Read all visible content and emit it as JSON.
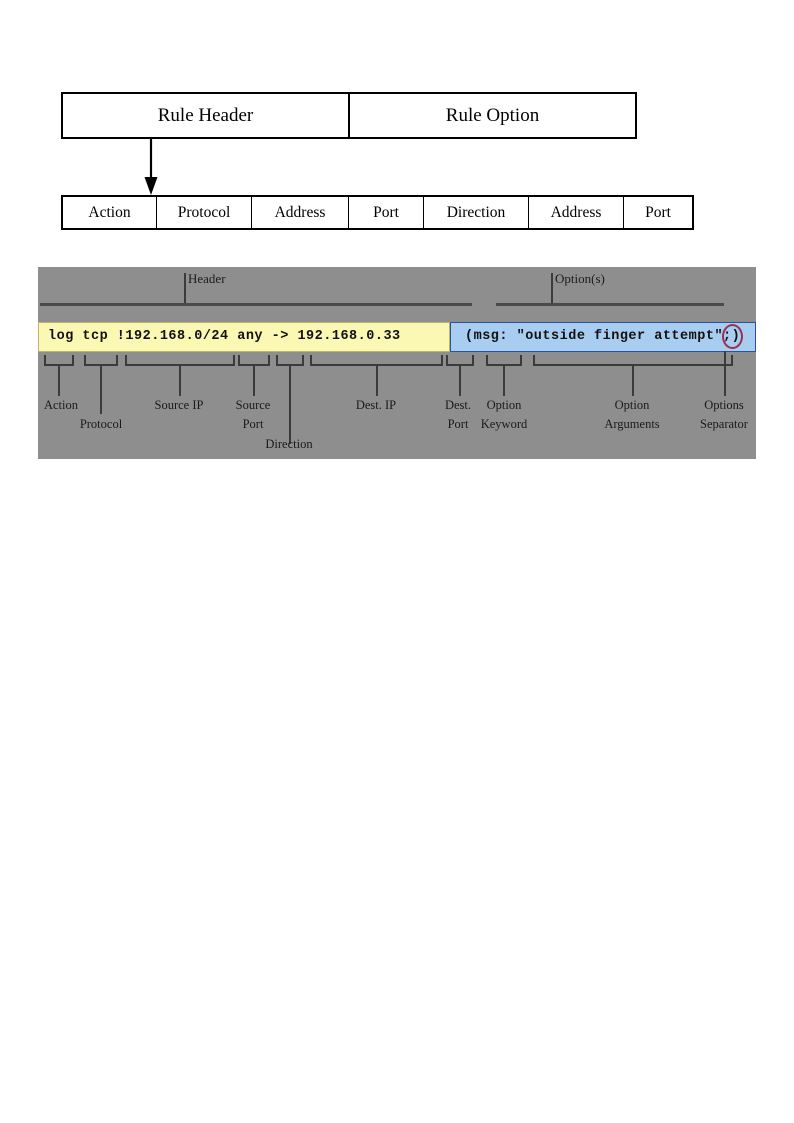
{
  "diagram": {
    "title_row": {
      "rule_header": "Rule Header",
      "rule_option": "Rule Option"
    },
    "header_parts": [
      "Action",
      "Protocol",
      "Address",
      "Port",
      "Direction",
      "Address",
      "Port"
    ],
    "annotated_rule": {
      "section_labels": {
        "header": "Header",
        "options": "Option(s)"
      },
      "header_text": "log tcp !192.168.0/24 any -> 192.168.0.33",
      "option_text": "(msg: \"outside finger attempt\";)",
      "header_bar_color": "#fbf8b4",
      "option_bar_color": "#a8cdf0",
      "highlight_color": "#9b3050",
      "background_color": "#8e8e8e",
      "callouts": [
        {
          "label": "Action"
        },
        {
          "label": "Protocol"
        },
        {
          "label": "Source IP"
        },
        {
          "label": "Source\nPort"
        },
        {
          "label": "Direction"
        },
        {
          "label": "Dest. IP"
        },
        {
          "label": "Dest.\nPort"
        },
        {
          "label": "Option\nKeyword"
        },
        {
          "label": "Option\nArguments"
        },
        {
          "label": "Options\nSeparator"
        }
      ],
      "callout_lines": {
        "action": "Action",
        "protocol": "Protocol",
        "source_ip": "Source IP",
        "source_port_1": "Source",
        "source_port_2": "Port",
        "direction": "Direction",
        "dest_ip": "Dest. IP",
        "dest_port_1": "Dest.",
        "dest_port_2": "Port",
        "option_keyword_1": "Option",
        "option_keyword_2": "Keyword",
        "option_arguments_1": "Option",
        "option_arguments_2": "Arguments",
        "options_separator_1": "Options",
        "options_separator_2": "Separator"
      }
    }
  }
}
